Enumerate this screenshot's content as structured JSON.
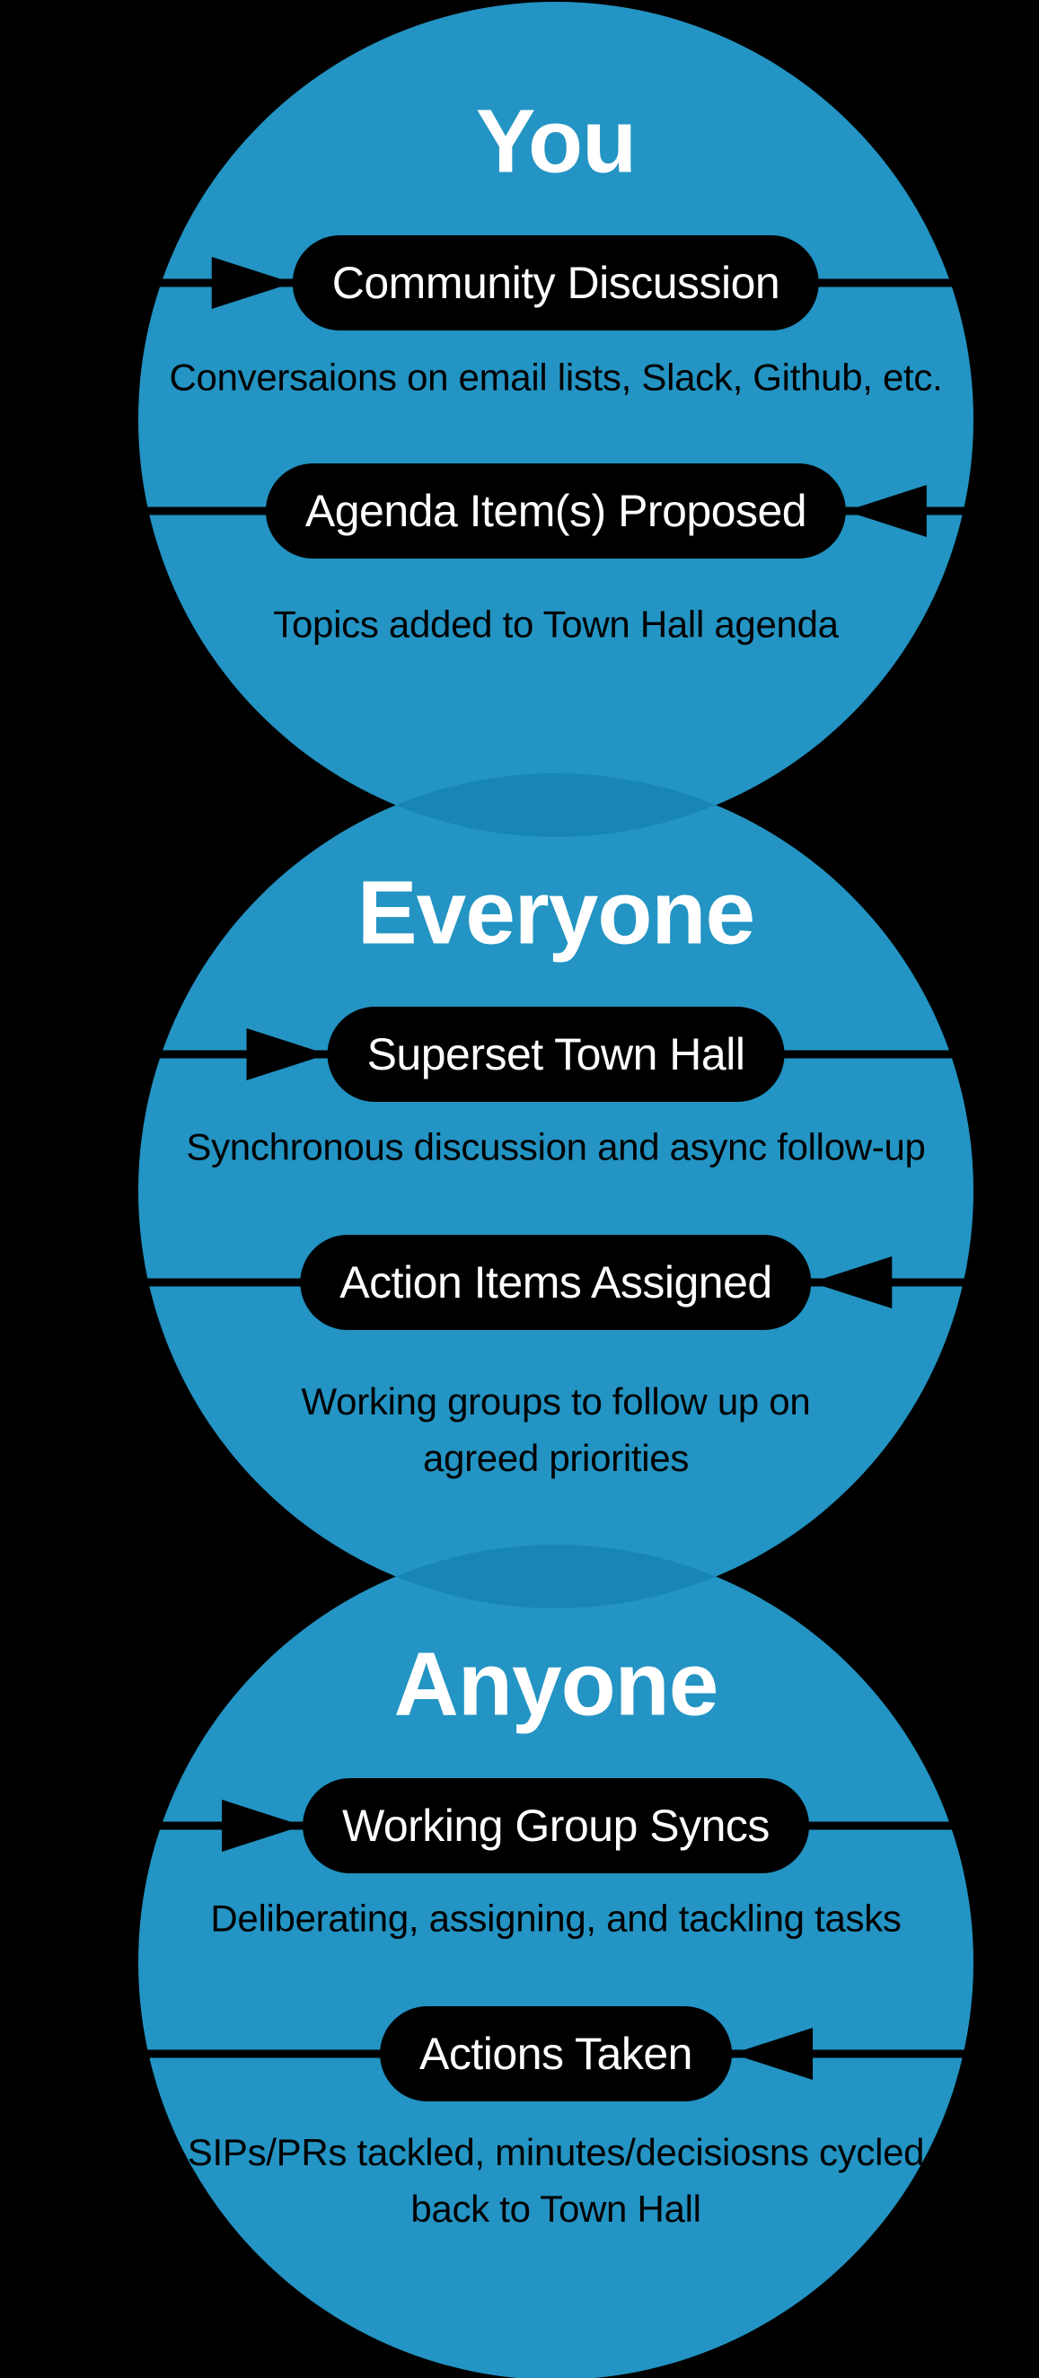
{
  "diagram": {
    "kind": "vertical-cycle-venn",
    "colors": {
      "background": "#000000",
      "circle_fill": "#2394C3",
      "circle_overlap_fill": "#1786B4",
      "pill_background": "#000000",
      "pill_text": "#FFFFFF",
      "title_text": "#FFFFFF",
      "caption_text": "#000000",
      "arrow_line": "#000000"
    },
    "sections": [
      {
        "title": "You",
        "rows": [
          {
            "pill": "Community Discussion",
            "caption": "Conversaions on email lists, Slack, Github, etc.",
            "arrow_direction": "from-left"
          },
          {
            "pill": "Agenda Item(s) Proposed",
            "caption": "Topics added to Town Hall agenda",
            "arrow_direction": "from-right"
          }
        ]
      },
      {
        "title": "Everyone",
        "rows": [
          {
            "pill": "Superset Town Hall",
            "caption": "Synchronous discussion and async follow-up",
            "arrow_direction": "from-left"
          },
          {
            "pill": "Action Items Assigned",
            "caption": "Working groups to follow up on agreed priorities",
            "arrow_direction": "from-right"
          }
        ]
      },
      {
        "title": "Anyone",
        "rows": [
          {
            "pill": "Working Group Syncs",
            "caption": "Deliberating, assigning, and tackling tasks",
            "arrow_direction": "from-left"
          },
          {
            "pill": "Actions Taken",
            "caption": "SIPs/PRs tackled, minutes/decisiosns cycled back to Town Hall",
            "arrow_direction": "from-right"
          }
        ]
      }
    ]
  }
}
